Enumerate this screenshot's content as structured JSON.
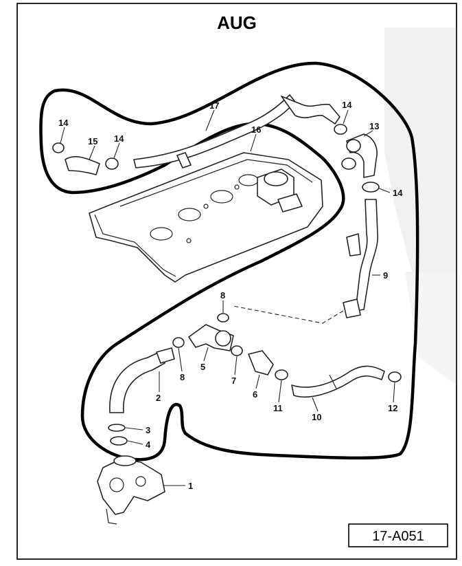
{
  "diagram": {
    "title": "AUG",
    "figure_code": "17-A051",
    "callouts": {
      "c1": "1",
      "c2": "2",
      "c3": "3",
      "c4": "4",
      "c5": "5",
      "c6": "6",
      "c7": "7",
      "c8a": "8",
      "c8b": "8",
      "c9": "9",
      "c10": "10",
      "c11": "11",
      "c12": "12",
      "c13": "13",
      "c14a": "14",
      "c14b": "14",
      "c14c": "14",
      "c14d": "14",
      "c15": "15",
      "c16": "16",
      "c17": "17"
    }
  }
}
